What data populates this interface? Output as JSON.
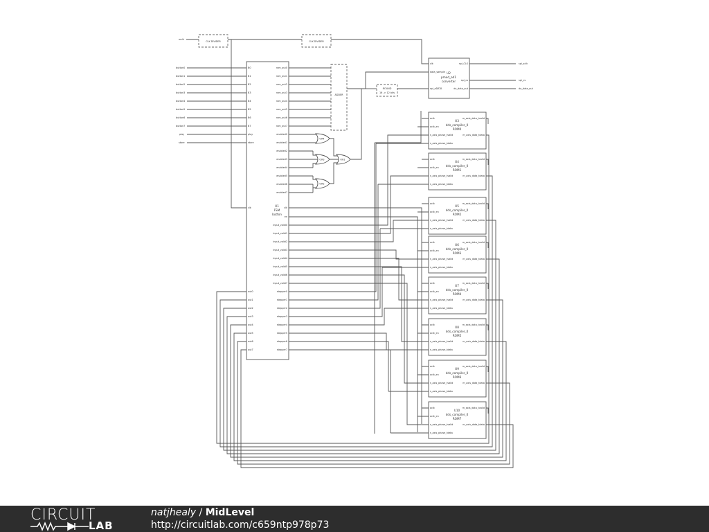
{
  "inputs": {
    "mclk": "mclk",
    "buttons": [
      "button0",
      "button1",
      "button2",
      "button3",
      "button4",
      "button5",
      "button6",
      "button7"
    ],
    "play": "play",
    "store": "store"
  },
  "clk_divider_1": "CLK DIVIDER",
  "clk_divider_2": "CLK DIVIDER",
  "fsm": {
    "ref": "U1",
    "name1": "FSM",
    "name2": "button",
    "left_pins": [
      "B0",
      "B1",
      "B2",
      "B3",
      "B4",
      "B5",
      "B6",
      "B7",
      "play",
      "store",
      "clk"
    ],
    "out_pins": [
      "out0",
      "out1",
      "out2",
      "out3",
      "out4",
      "out5",
      "out6",
      "out7"
    ],
    "right_pins": [
      "rom_out0",
      "rom_out1",
      "rom_out2",
      "rom_out3",
      "rom_out4",
      "rom_out5",
      "rom_out6",
      "rom_out7",
      "enabled0",
      "enabled1",
      "enabled2",
      "enabled3",
      "enabled4",
      "enabled5",
      "enabled6",
      "enabled7",
      "clk",
      "en",
      "input_valid0",
      "input_valid1",
      "input_valid2",
      "input_valid3",
      "input_valid4",
      "input_valid5",
      "input_valid6",
      "input_valid7",
      "stepper0",
      "stepper1",
      "stepper2",
      "stepper3",
      "stepper4",
      "stepper5",
      "stepper6",
      "stepper7"
    ]
  },
  "adder": "ADDER",
  "round": {
    "line1": "ROUND",
    "line2": "16 -> 12 bits"
  },
  "gates": [
    "OR4",
    "OR3",
    "OR2",
    "OR1"
  ],
  "converter": {
    "ref": "U2",
    "name1": "pmod_ad1",
    "name2": "converter",
    "in_pins": [
      "clk",
      "data_sample",
      "spi_aDATA"
    ],
    "out_pins": [
      "spi_CLK",
      "spi_cs",
      "dx_data_out"
    ]
  },
  "outputs": [
    "spi_sclk",
    "spi_cs",
    "da_data_out"
  ],
  "dds": {
    "core": "dds_compiler_0",
    "in_pins": [
      "aclk",
      "aclk_en",
      "s_axis_phase_tvalid",
      "s_axis_phase_tdata"
    ],
    "out_pins": [
      "m_axis_data_tvalid",
      "m_axis_data_tdata"
    ],
    "blocks": [
      {
        "ref": "U3",
        "rom": "ROM0"
      },
      {
        "ref": "U4",
        "rom": "ROM1"
      },
      {
        "ref": "U5",
        "rom": "ROM2"
      },
      {
        "ref": "U6",
        "rom": "ROM3"
      },
      {
        "ref": "U7",
        "rom": "ROM4"
      },
      {
        "ref": "U8",
        "rom": "ROM5"
      },
      {
        "ref": "U9",
        "rom": "ROM6"
      },
      {
        "ref": "U10",
        "rom": "ROM7"
      }
    ]
  },
  "footer": {
    "logo_top": "CIRCUIT",
    "logo_bottom": "LAB",
    "author": "natjhealy",
    "separator": " / ",
    "title": "MidLevel",
    "url": "http://circuitlab.com/c659ntp978p73"
  }
}
